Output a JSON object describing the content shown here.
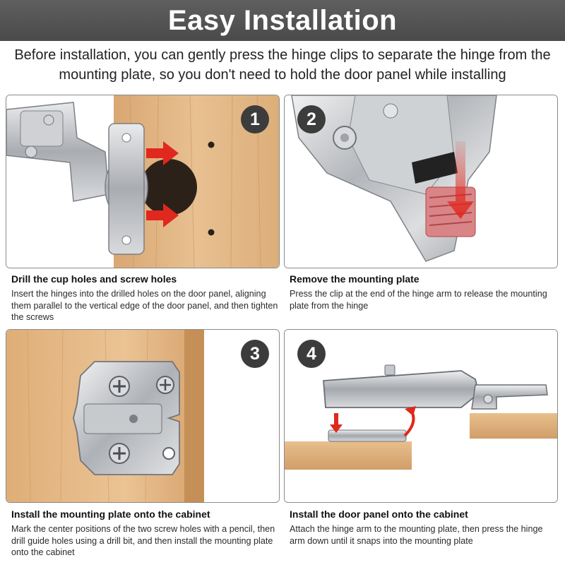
{
  "header": {
    "title": "Easy Installation"
  },
  "intro": "Before installation, you can gently press the hinge clips to separate the hinge from the mounting plate, so you don't need to hold the door panel while installing",
  "steps": [
    {
      "number": "1",
      "title": "Drill the cup holes and screw holes",
      "description": "Insert the hinges into the drilled holes on the door panel, aligning them parallel to the vertical edge of the door panel, and then tighten the screws"
    },
    {
      "number": "2",
      "title": "Remove the mounting plate",
      "description": "Press the clip at the end of the hinge arm to release the mounting plate from the hinge"
    },
    {
      "number": "3",
      "title": "Install the mounting plate onto the cabinet",
      "description": "Mark the center positions of the two screw holes with a pencil, then drill guide holes using a drill bit, and then install the mounting plate onto the cabinet"
    },
    {
      "number": "4",
      "title": "Install the door panel onto the cabinet",
      "description": "Attach the hinge arm to the mounting plate, then press the hinge arm down until it snaps into the mounting plate"
    }
  ],
  "colors": {
    "banner": "#545454",
    "badge": "#3c3c3c",
    "wood": "#e2b785",
    "metal": "#b9bcc0",
    "arrow": "#e0281e"
  }
}
